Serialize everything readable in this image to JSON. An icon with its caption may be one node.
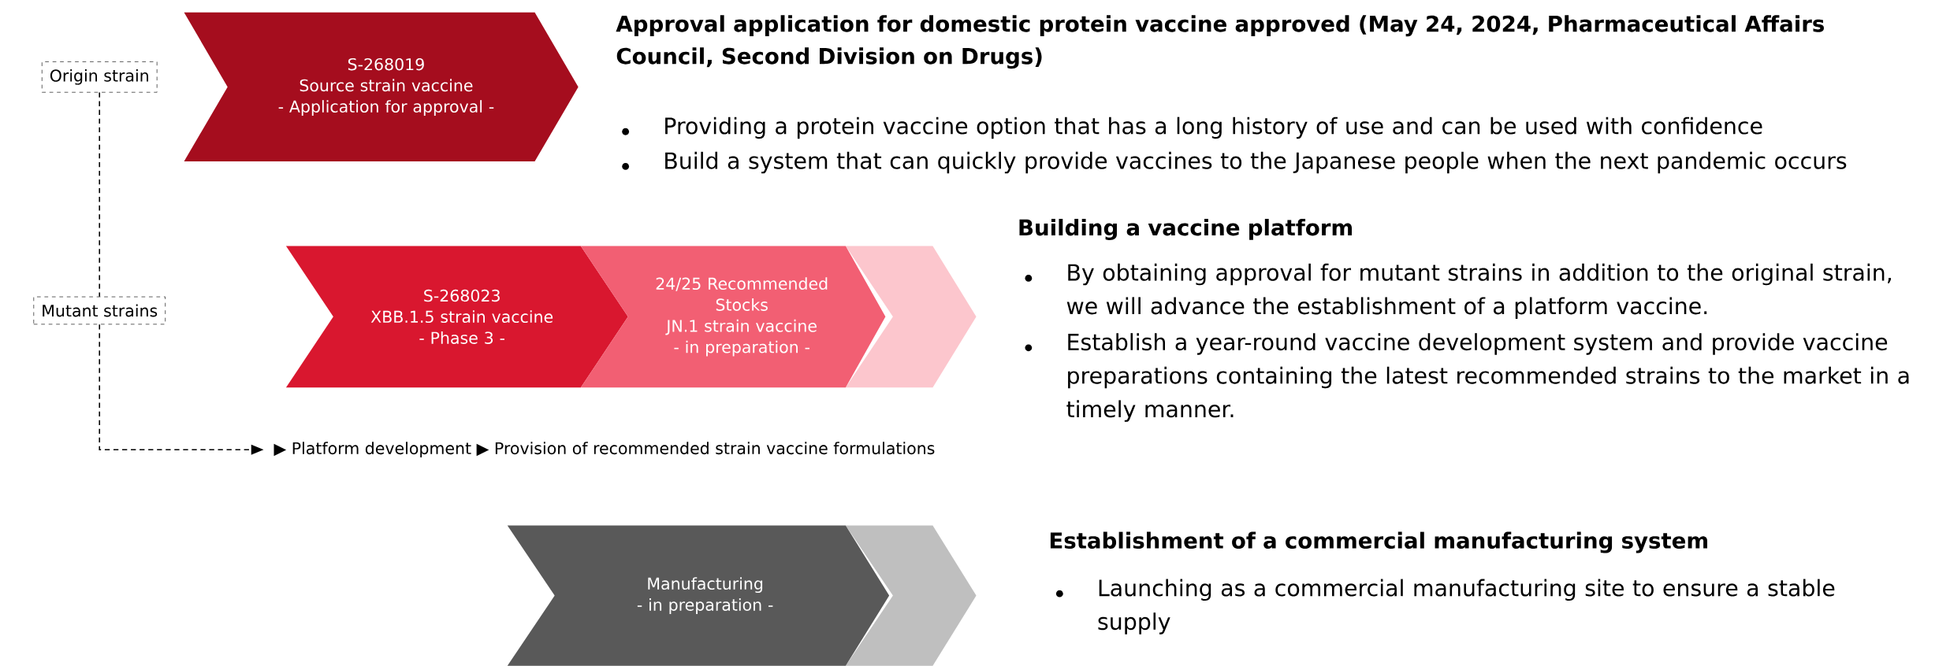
{
  "diagram": {
    "nodes": [
      {
        "text": [
          "Origin strain"
        ]
      },
      {
        "text": [
          "S-268019",
          "Source strain vaccine",
          "- Application for approval -"
        ]
      },
      {
        "text": [
          "Mutant strains"
        ]
      },
      {
        "text": [
          "S-268023",
          "XBB.1.5 strain vaccine",
          "- Phase 3 -"
        ]
      },
      {
        "text": [
          "24/25 Recommended Stocks",
          "JN.1 strain vaccine",
          "- in preparation -"
        ]
      },
      {
        "text": [],
        "shape": "chevron"
      },
      {
        "text": [
          "▶ Platform development ▶ Provision of recommended strain vaccine formulations"
        ]
      },
      {
        "text": [
          "Manufacturing",
          "- in preparation -"
        ]
      },
      {
        "text": [],
        "shape": "chevron"
      }
    ],
    "edges": [
      {
        "from": 0,
        "to": 2,
        "arrow": "none",
        "style": "dashed"
      },
      {
        "from": 2,
        "to": 6,
        "arrow": "to",
        "style": "dashed"
      }
    ],
    "labels": [
      "Approval application for domestic protein vaccine approved (May 24, 2024, Pharmaceutical Affairs Council, Second Division on Drugs)",
      "Providing a protein vaccine option that has a long history of use and can be used with confidence",
      "Build a system that can quickly provide vaccines to the Japanese people when the next pandemic occurs",
      "Building a vaccine platform",
      "By obtaining approval for mutant strains in addition to the original strain, we will advance the establishment of a platform vaccine.",
      "Establish a year-round vaccine development system and provide vaccine preparations containing the latest recommended strains to the market in a timely manner.",
      "Establishment of a commercial manufacturing system",
      "Launching as a commercial manufacturing site to ensure a stable supply"
    ]
  }
}
